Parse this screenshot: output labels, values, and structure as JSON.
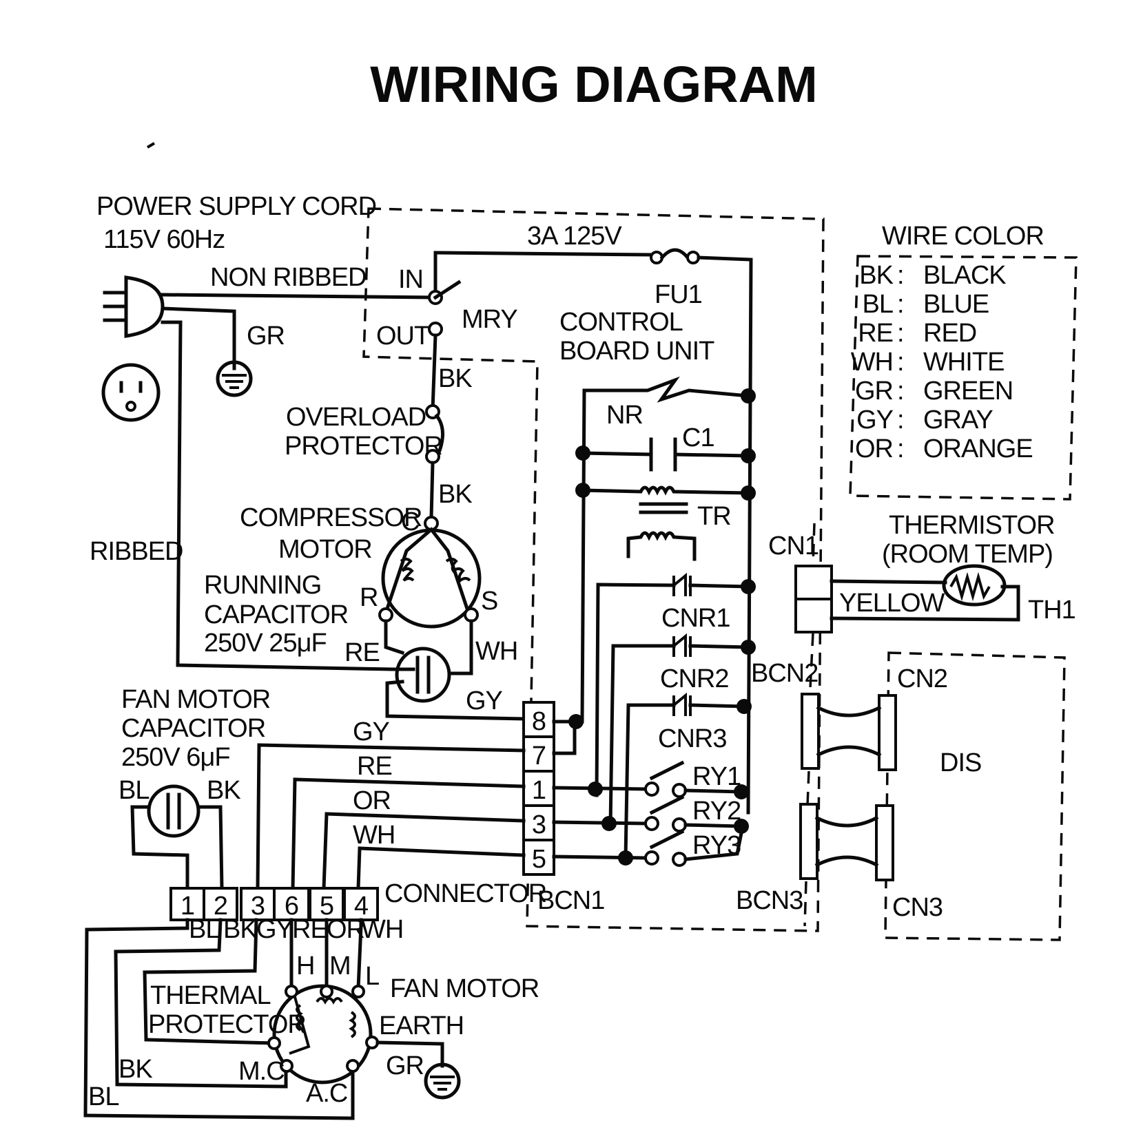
{
  "title": "WIRING DIAGRAM",
  "power": {
    "cord": "POWER SUPPLY CORD",
    "rating": "115V 60Hz",
    "non_ribbed": "NON RIBBED",
    "ribbed": "RIBBED",
    "gr": "GR"
  },
  "control_board": {
    "label_line1": "CONTROL",
    "label_line2": "BOARD UNIT",
    "fuse_rating": "3A 125V",
    "fuse": "FU1",
    "relay": "MRY",
    "in": "IN",
    "out": "OUT",
    "nr": "NR",
    "c1": "C1",
    "tr": "TR",
    "cnr1": "CNR1",
    "cnr2": "CNR2",
    "cnr3": "CNR3",
    "ry1": "RY1",
    "ry2": "RY2",
    "ry3": "RY3",
    "bcn1": "BCN1",
    "bcn2": "BCN2",
    "bcn3": "BCN3",
    "cn1": "CN1",
    "pins": [
      "8",
      "7",
      "1",
      "3",
      "5"
    ]
  },
  "compressor": {
    "overload_line1": "OVERLOAD",
    "overload_line2": "PROTECTOR",
    "motor_line1": "COMPRESSOR",
    "motor_line2": "MOTOR",
    "c": "C",
    "r": "R",
    "s": "S",
    "bk1": "BK",
    "bk2": "BK",
    "re": "RE",
    "wh": "WH",
    "gy": "GY"
  },
  "running_capacitor": {
    "line1": "RUNNING",
    "line2": "CAPACITOR",
    "line3": "250V 25μF"
  },
  "fan_capacitor": {
    "line1": "FAN MOTOR",
    "line2": "CAPACITOR",
    "line3": "250V 6μF",
    "bl": "BL",
    "bk": "BK"
  },
  "wires": {
    "gy": "GY",
    "re": "RE",
    "or": "OR",
    "wh": "WH"
  },
  "connector": {
    "label": "CONNECTOR",
    "pins": [
      "1",
      "2",
      "3",
      "6",
      "5",
      "4"
    ],
    "colors": [
      "BL",
      "BK",
      "GY",
      "RE",
      "OR",
      "WH"
    ]
  },
  "fan_motor": {
    "label": "FAN MOTOR",
    "earth": "EARTH",
    "gr": "GR",
    "h": "H",
    "m": "M",
    "l": "L",
    "mc": "M.C",
    "ac": "A.C",
    "thermal_line1": "THERMAL",
    "thermal_line2": "PROTECTOR",
    "bk": "BK",
    "bl": "BL"
  },
  "wire_color": {
    "title": "WIRE COLOR",
    "entries": [
      {
        "code": "BK",
        "name": "BLACK"
      },
      {
        "code": "BL",
        "name": "BLUE"
      },
      {
        "code": "RE",
        "name": "RED"
      },
      {
        "code": "WH",
        "name": "WHITE"
      },
      {
        "code": "GR",
        "name": "GREEN"
      },
      {
        "code": "GY",
        "name": "GRAY"
      },
      {
        "code": "OR",
        "name": "ORANGE"
      }
    ]
  },
  "thermistor": {
    "line1": "THERMISTOR",
    "line2": "(ROOM TEMP)",
    "wire": "YELLOW",
    "th": "TH1"
  },
  "display": {
    "cn2": "CN2",
    "cn3": "CN3",
    "dis": "DIS"
  }
}
